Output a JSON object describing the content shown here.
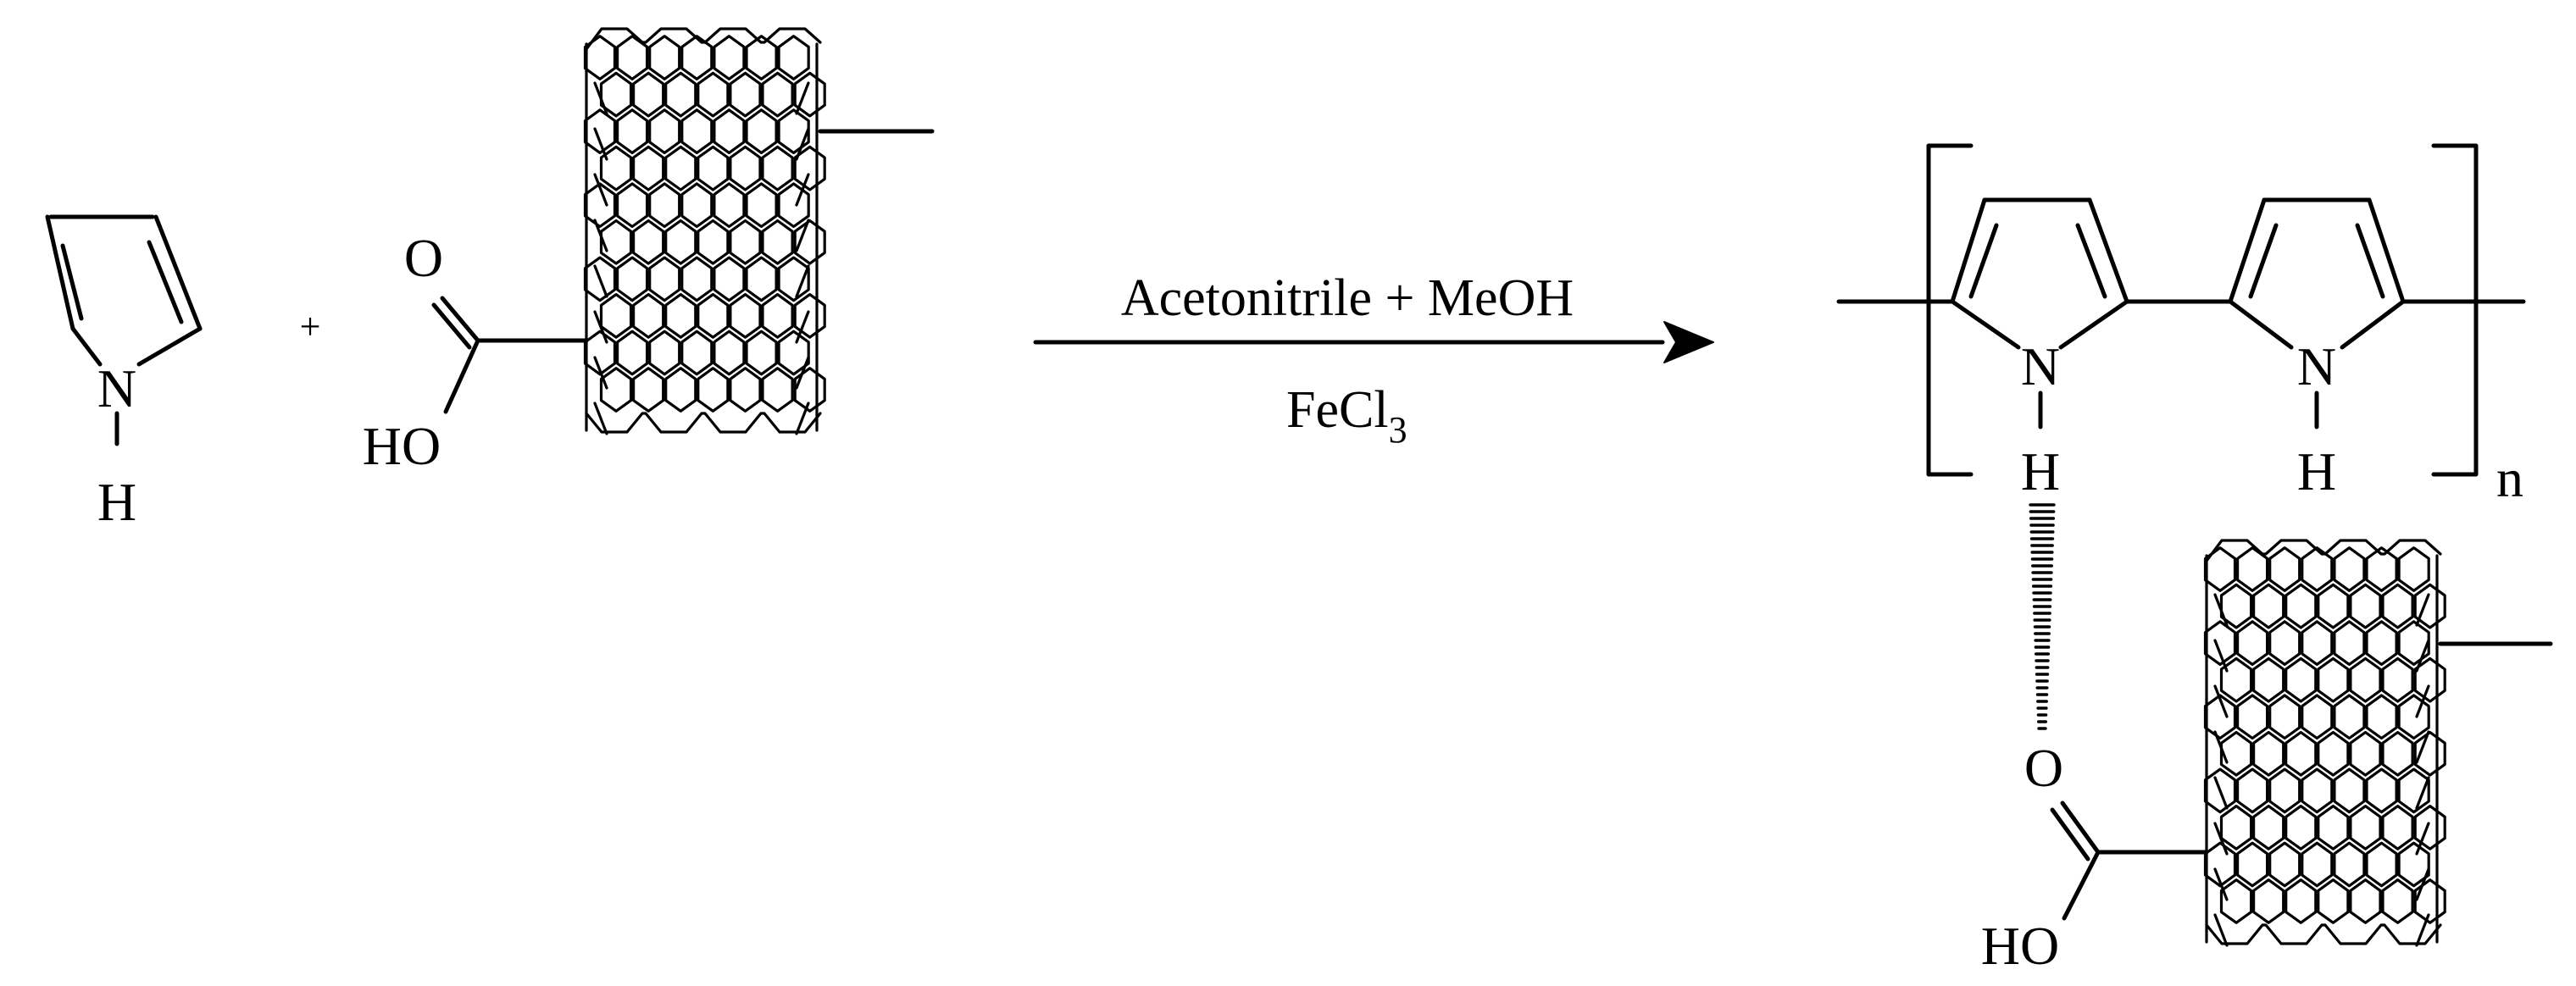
{
  "reagents": {
    "line1": "Acetonitrile + MeOH",
    "line2_main": "FeCl",
    "line2_sub": "3"
  },
  "plus_sign": "+",
  "pyrrole": {
    "n_label": "N",
    "h_label": "H"
  },
  "cnt_reactant": {
    "o_label": "O",
    "oh_label": "HO"
  },
  "product": {
    "ring1_n": "N",
    "ring1_h": "H",
    "ring2_n": "N",
    "ring2_h": "H",
    "repeat_index": "n",
    "cnt_o_label": "O",
    "cnt_oh_label": "HO"
  }
}
